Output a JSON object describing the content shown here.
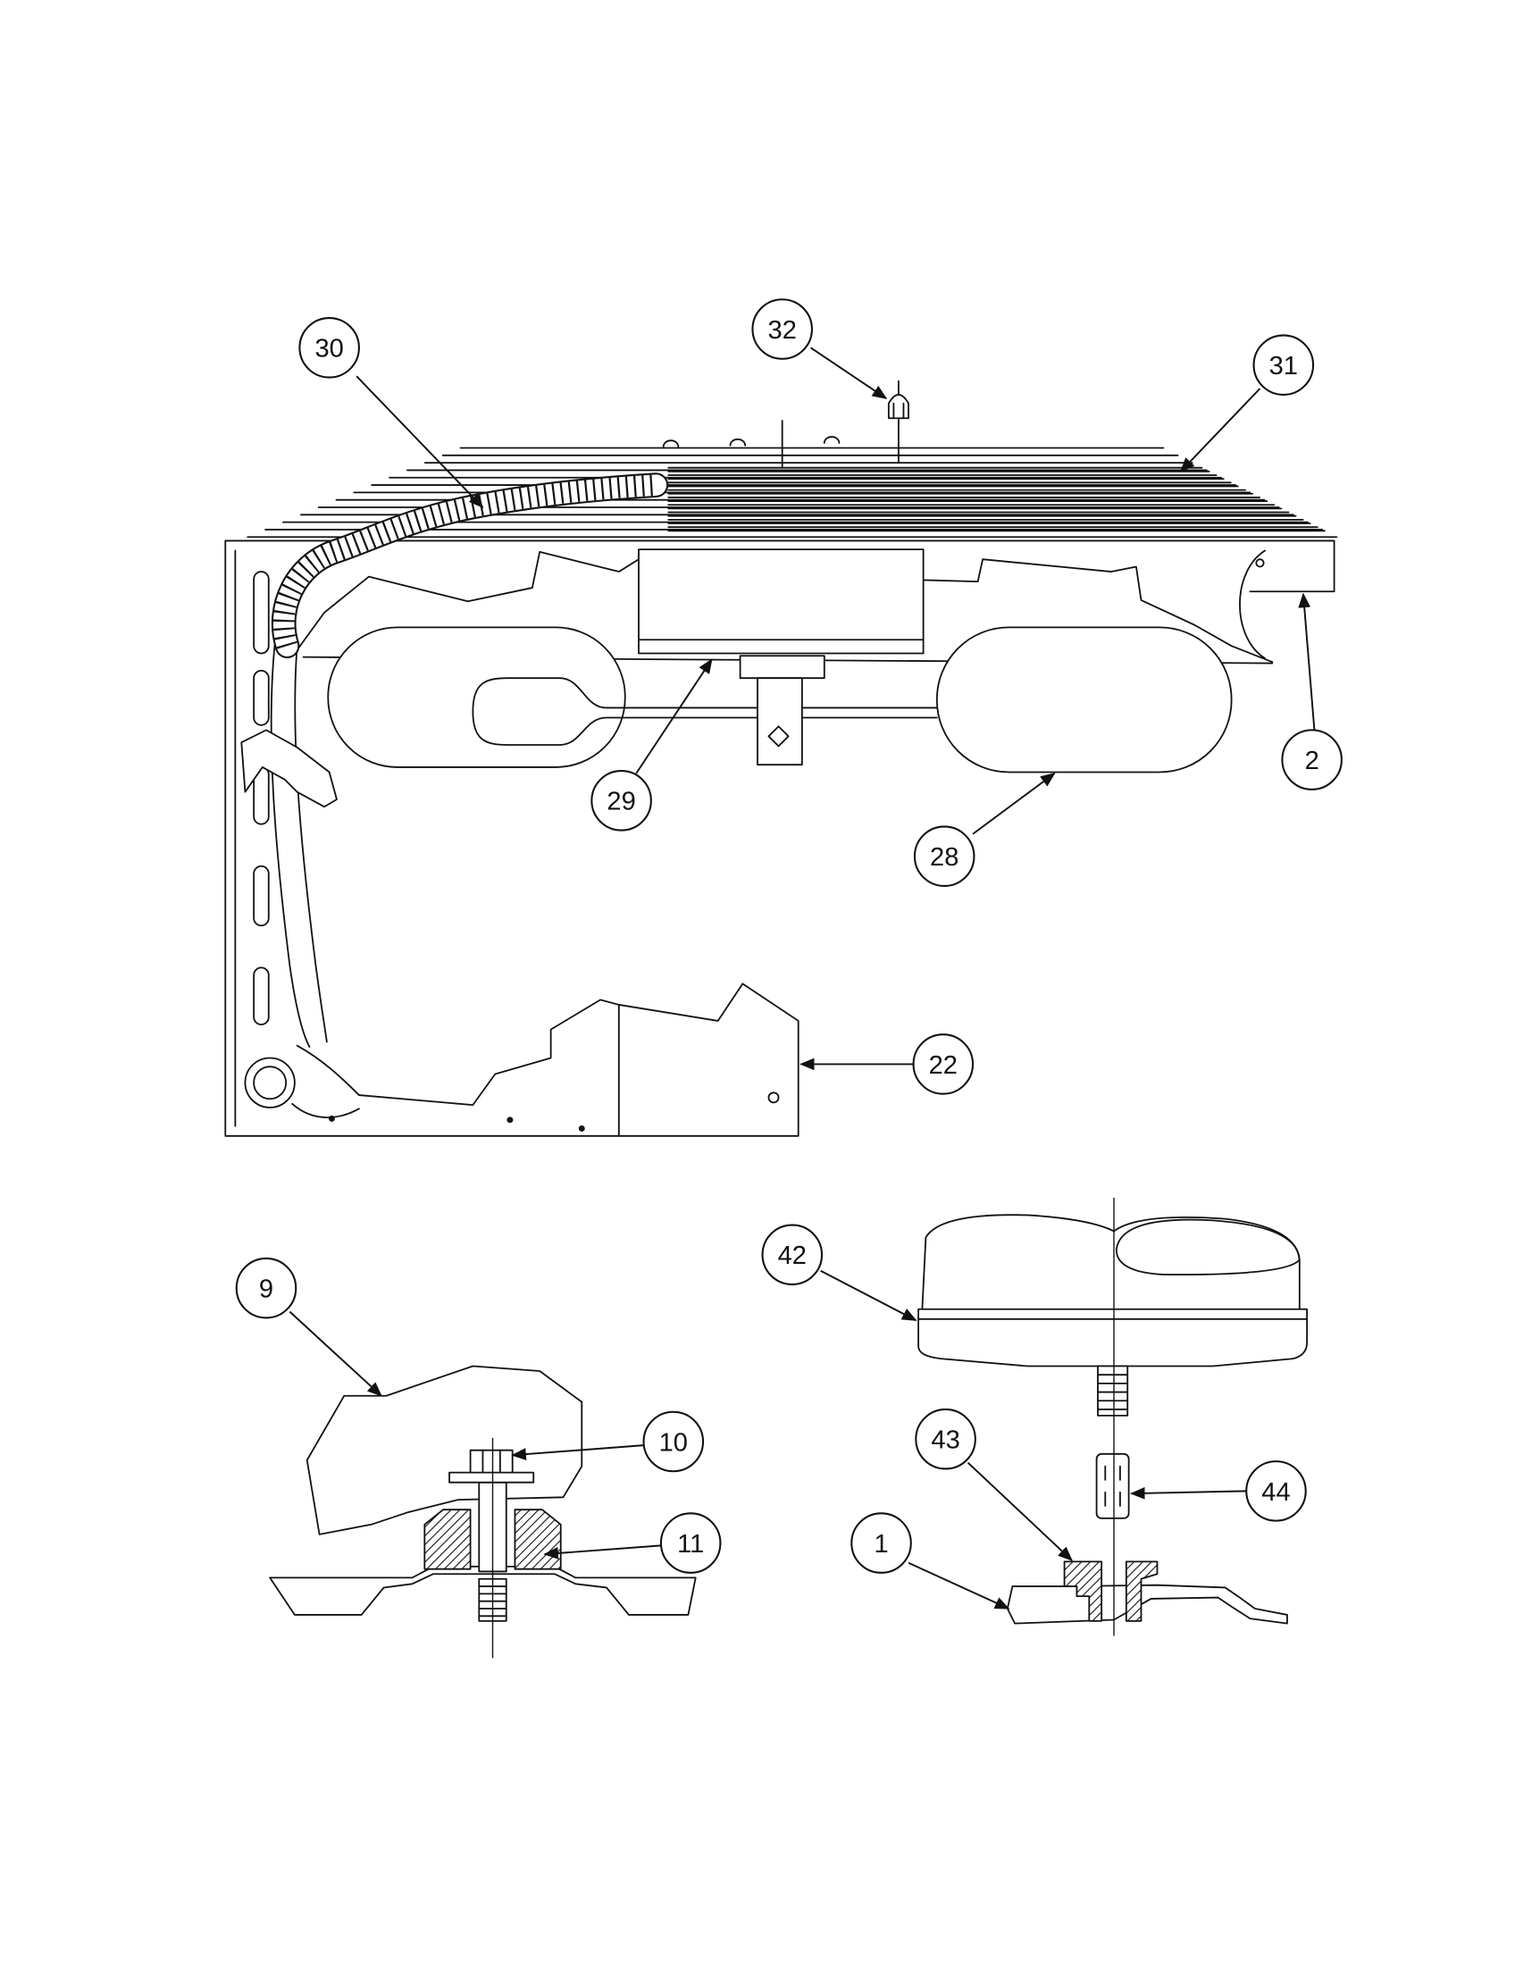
{
  "callouts": [
    "30",
    "32",
    "31",
    "2",
    "29",
    "28",
    "22",
    "9",
    "10",
    "11",
    "42",
    "43",
    "44",
    "1"
  ]
}
